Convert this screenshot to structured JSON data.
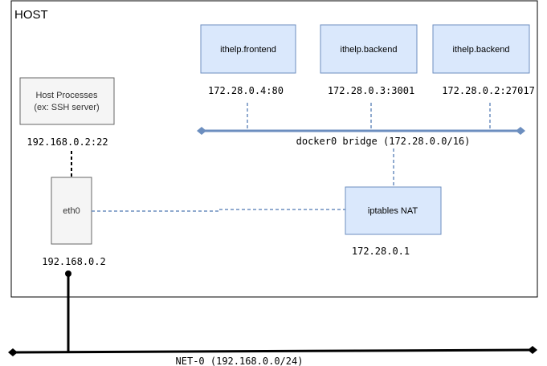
{
  "host": {
    "label": "HOST"
  },
  "containers": [
    {
      "name": "ithelp.frontend",
      "address": "172.28.0.4:80"
    },
    {
      "name": "ithelp.backend",
      "address": "172.28.0.3:3001"
    },
    {
      "name": "ithelp.backend",
      "address": "172.28.0.2:27017"
    }
  ],
  "bridge": {
    "label": "docker0 bridge (172.28.0.0/16)"
  },
  "host_processes": {
    "line1": "Host Processes",
    "line2": "(ex: SSH server)",
    "address": "192.168.0.2:22"
  },
  "eth0": {
    "label": "eth0",
    "address": "192.168.0.2"
  },
  "nat": {
    "label": "iptables NAT",
    "address": "172.28.0.1"
  },
  "network": {
    "label": "NET-0 (192.168.0.0/24)"
  },
  "colors": {
    "container_fill": "#dae8fc",
    "container_stroke": "#6c8ebf",
    "bridge_line": "#6c8ebf",
    "gray_fill": "#f5f5f5",
    "gray_stroke": "#666666"
  }
}
